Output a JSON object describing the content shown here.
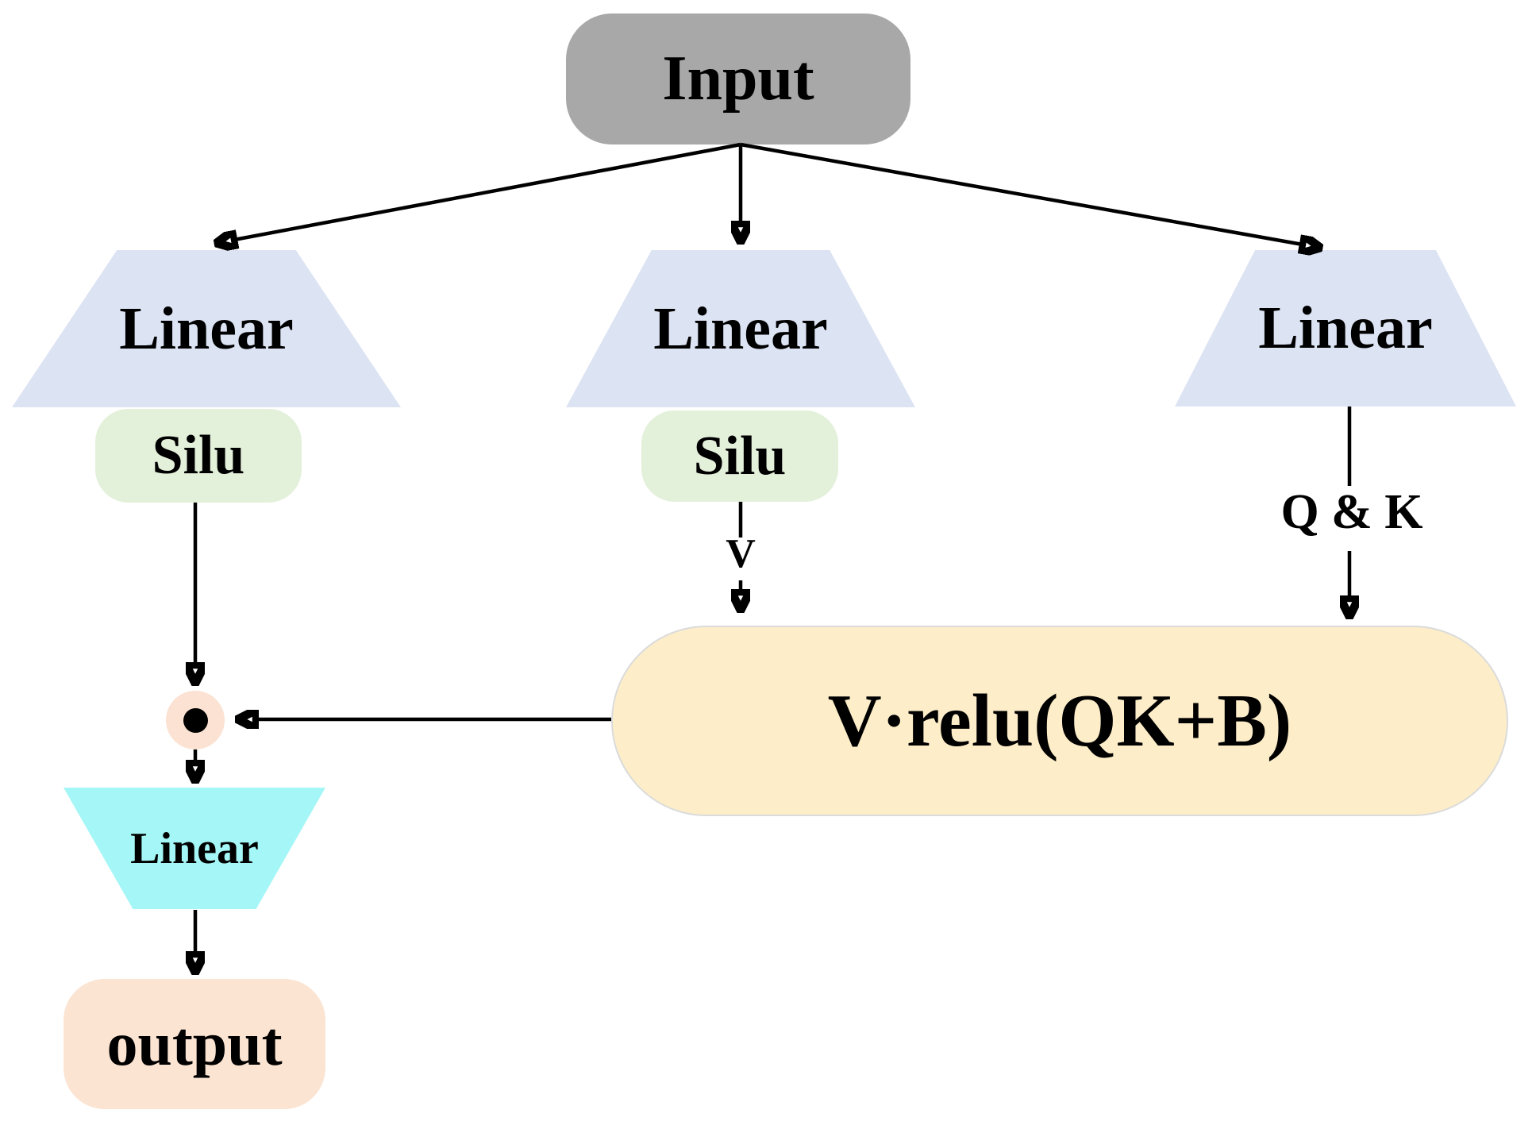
{
  "diagram": {
    "input": {
      "label": "Input"
    },
    "branches": {
      "left": {
        "linear_label": "Linear",
        "silu_label": "Silu"
      },
      "middle": {
        "linear_label": "Linear",
        "silu_label": "Silu",
        "edge_label": "V"
      },
      "right": {
        "linear_label": "Linear",
        "edge_label": "Q & K"
      }
    },
    "attention": {
      "formula": "V·relu(QK+B)"
    },
    "multiply_operator": "element-wise-dot-product",
    "out_linear": {
      "label": "Linear"
    },
    "output": {
      "label": "output"
    }
  },
  "colors": {
    "input_fill": "#a8a8a8",
    "linear_fill": "#dce3f3",
    "silu_fill": "#e3f0da",
    "attention_fill": "#fdeec9",
    "attention_border": "#dbdbdb",
    "multiply_fill": "#fbe2d2",
    "out_linear_fill": "#a5f6f6",
    "output_fill": "#fce4d2",
    "arrow_color": "#000000",
    "text_color": "#000000"
  }
}
